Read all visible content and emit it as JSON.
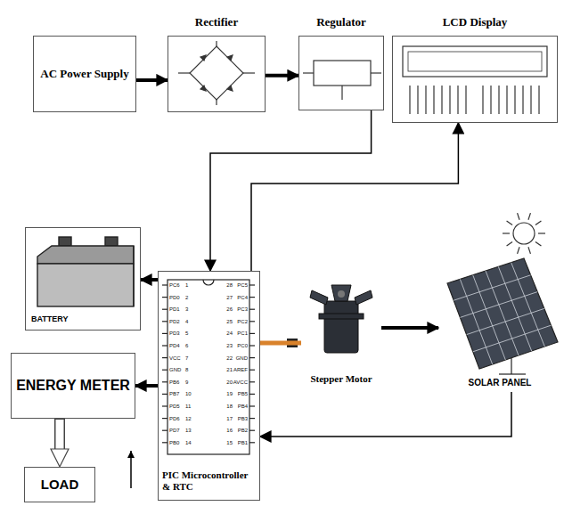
{
  "diagram": {
    "nodes": [
      {
        "text": [
          "AC Power Supply"
        ]
      },
      {
        "text": [
          "Rectifier"
        ]
      },
      {
        "text": [
          "Regulator"
        ]
      },
      {
        "text": [
          "LCD Display"
        ]
      },
      {
        "text": [
          "BATTERY"
        ]
      },
      {
        "text": [
          "ENERGY METER"
        ]
      },
      {
        "text": [
          "PIC Microcontroller & RTC"
        ]
      },
      {
        "text": [
          "Stepper Motor"
        ]
      },
      {
        "text": [
          "SOLAR PANEL"
        ]
      },
      {
        "text": [
          "LOAD"
        ]
      }
    ],
    "edges": [
      {
        "from": 0,
        "to": 1,
        "arrow": "to"
      },
      {
        "from": 1,
        "to": 2,
        "arrow": "to"
      },
      {
        "from": 2,
        "to": 6,
        "arrow": "to"
      },
      {
        "from": 6,
        "to": 3,
        "arrow": "to"
      },
      {
        "from": 6,
        "to": 4,
        "arrow": "to"
      },
      {
        "from": 6,
        "to": 5,
        "arrow": "to"
      },
      {
        "from": 5,
        "to": 9,
        "arrow": "to"
      },
      {
        "from": 6,
        "to": 7,
        "arrow": "none"
      },
      {
        "from": 7,
        "to": 8,
        "arrow": "to"
      },
      {
        "from": 8,
        "to": 6,
        "arrow": "to"
      }
    ],
    "labels": [
      "PC6",
      "1",
      "28",
      "PC5",
      "PD0",
      "2",
      "27",
      "PC4",
      "PD1",
      "3",
      "26",
      "PC3",
      "PD2",
      "4",
      "25",
      "PC2",
      "PD3",
      "5",
      "24",
      "PC1",
      "PD4",
      "6",
      "23",
      "PC0",
      "VCC",
      "7",
      "22",
      "GND",
      "GND",
      "8",
      "21",
      "AREF",
      "PB6",
      "9",
      "20",
      "AVCC",
      "PB7",
      "10",
      "19",
      "PB5",
      "PD5",
      "11",
      "18",
      "PB4",
      "PD6",
      "12",
      "17",
      "PB3",
      "PD7",
      "13",
      "16",
      "PB2",
      "PB0",
      "14",
      "15",
      "PB1"
    ]
  }
}
